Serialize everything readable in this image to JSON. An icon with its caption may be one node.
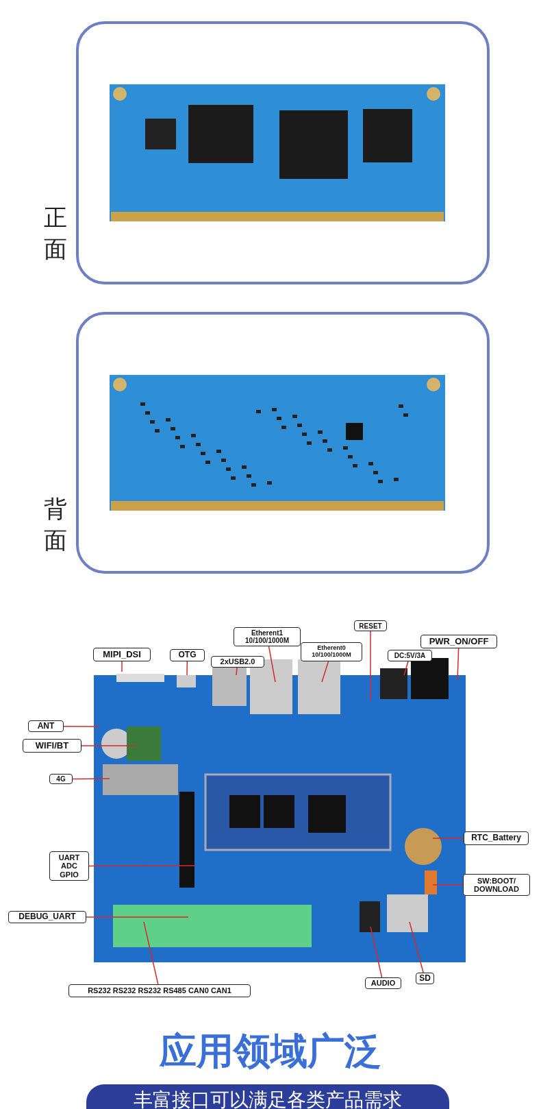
{
  "diagram": {
    "nodes": [
      {
        "text": [
          "RESET"
        ]
      },
      {
        "text": [
          "Etherent1 10/100/1000M"
        ]
      },
      {
        "text": [
          "PWR_ON/OFF"
        ]
      },
      {
        "text": [
          "MIPI_DSI"
        ]
      },
      {
        "text": [
          "OTG"
        ]
      },
      {
        "text": [
          "Etherent0 10/100/1000M"
        ]
      },
      {
        "text": [
          "DC:5V/3A"
        ]
      },
      {
        "text": [
          "2xUSB2.0"
        ]
      },
      {
        "text": [
          "ANT"
        ]
      },
      {
        "text": [
          "WIFI/BT"
        ]
      },
      {
        "text": [
          "4G"
        ]
      },
      {
        "text": [
          "RTC_Battery"
        ]
      },
      {
        "text": [
          "UART ADC GPIO"
        ]
      },
      {
        "text": [
          "SW:BOOT/ DOWNLOAD"
        ]
      },
      {
        "text": [
          "DEBUG_UART"
        ]
      },
      {
        "text": [
          "SD"
        ]
      },
      {
        "text": [
          "AUDIO"
        ]
      },
      {
        "text": [
          "RS232 RS232 RS232 RS485 CAN0 CAN1"
        ]
      }
    ],
    "edges": [
      {
        "from": 0,
        "to": null,
        "arrow": "none"
      },
      {
        "from": 1,
        "to": null,
        "arrow": "none"
      },
      {
        "from": 2,
        "to": null,
        "arrow": "none"
      },
      {
        "from": 3,
        "to": null,
        "arrow": "none"
      },
      {
        "from": 4,
        "to": null,
        "arrow": "none"
      },
      {
        "from": 5,
        "to": null,
        "arrow": "none"
      },
      {
        "from": 6,
        "to": null,
        "arrow": "none"
      },
      {
        "from": 7,
        "to": null,
        "arrow": "none"
      },
      {
        "from": 8,
        "to": null,
        "arrow": "none"
      },
      {
        "from": 9,
        "to": null,
        "arrow": "none"
      },
      {
        "from": 10,
        "to": null,
        "arrow": "none"
      },
      {
        "from": 11,
        "to": null,
        "arrow": "none"
      },
      {
        "from": 12,
        "to": null,
        "arrow": "none"
      },
      {
        "from": 13,
        "to": null,
        "arrow": "none"
      },
      {
        "from": 14,
        "to": null,
        "arrow": "none"
      },
      {
        "from": 15,
        "to": null,
        "arrow": "none"
      },
      {
        "from": 16,
        "to": null,
        "arrow": "none"
      },
      {
        "from": 17,
        "to": null,
        "arrow": "none"
      }
    ],
    "labels": [
      "正面",
      "背面",
      "应用领域广泛",
      "丰富接口可以满足各类产品需求"
    ]
  }
}
